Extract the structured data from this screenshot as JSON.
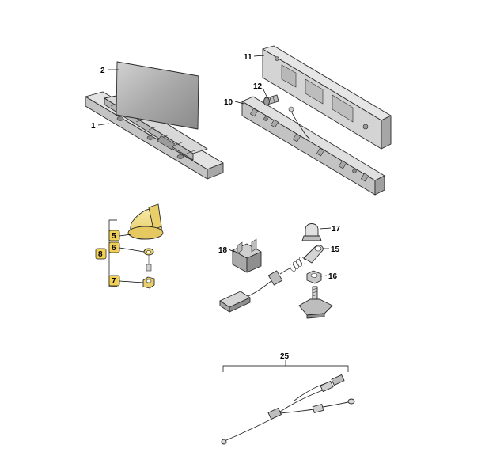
{
  "labels": {
    "1": "1",
    "2": "2",
    "5": "5",
    "6": "6",
    "7": "7",
    "8": "8",
    "10": "10",
    "11": "11",
    "12": "12",
    "15": "15",
    "16": "16",
    "17": "17",
    "18": "18",
    "25": "25"
  },
  "colors": {
    "highlight": "#f2cf55",
    "part_light": "#e3e3e3",
    "part_mid": "#c9c9c9",
    "part_dark": "#9c9c9c",
    "antenna_yellow": "#f1e08a"
  }
}
